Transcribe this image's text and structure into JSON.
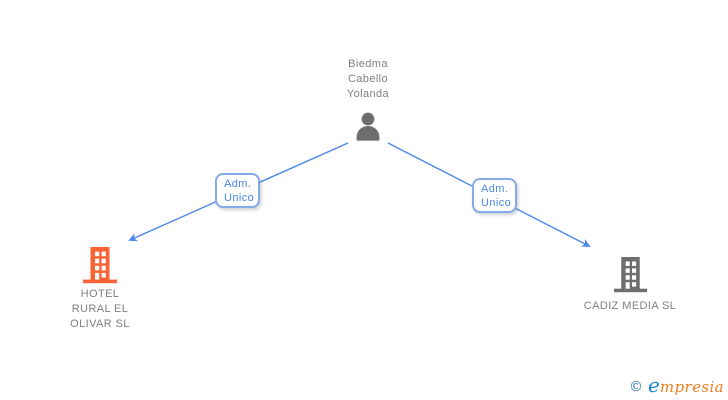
{
  "diagram": {
    "person": {
      "name": "Biedma\nCabello\nYolanda",
      "icon": "person-icon"
    },
    "edges": [
      {
        "label": "Adm.\nUnico",
        "direction": "to-left-company"
      },
      {
        "label": "Adm.\nUnico",
        "direction": "to-right-company"
      }
    ],
    "companies": [
      {
        "name": "HOTEL\nRURAL EL\nOLIVAR SL",
        "icon": "building-icon",
        "icon_color": "#f96232"
      },
      {
        "name": "CADIZ MEDIA SL",
        "icon": "building-icon",
        "icon_color": "#6e6e6e"
      }
    ]
  },
  "colors": {
    "edge": "#4a86e8",
    "role_text": "#4a86e8",
    "orange": "#f96232",
    "icon_gray": "#6e6e6e",
    "text_gray": "#7f7f7f"
  },
  "footer": {
    "copyright": "©",
    "brand_initial": "e",
    "brand_rest": "mpresia"
  }
}
